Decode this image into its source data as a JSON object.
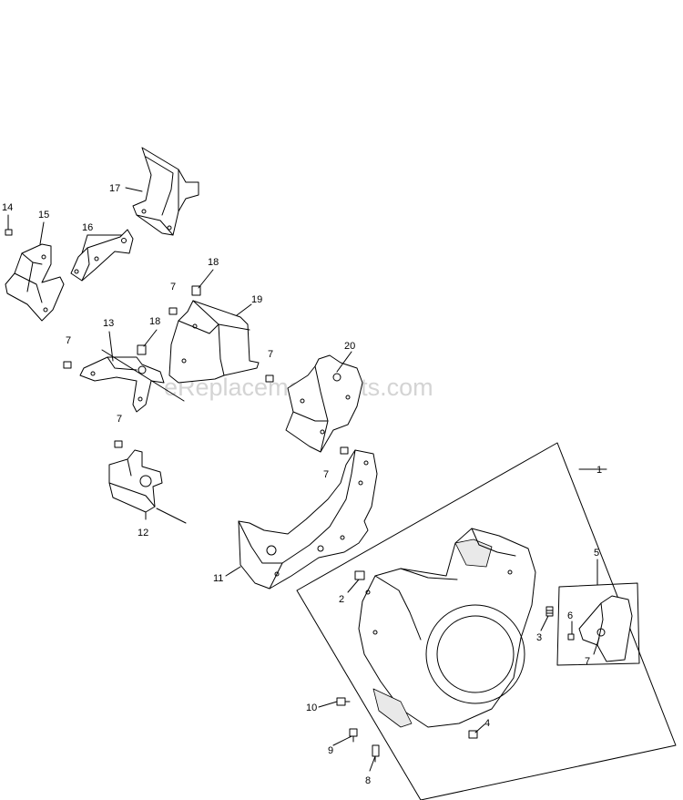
{
  "diagram": {
    "watermark": "eReplacementParts.com",
    "callouts": [
      "1",
      "2",
      "3",
      "4",
      "5",
      "6",
      "7",
      "8",
      "9",
      "10",
      "11",
      "12",
      "13",
      "14",
      "15",
      "16",
      "17",
      "18",
      "19",
      "20"
    ],
    "callout_7": "7",
    "callout_18": "18"
  }
}
